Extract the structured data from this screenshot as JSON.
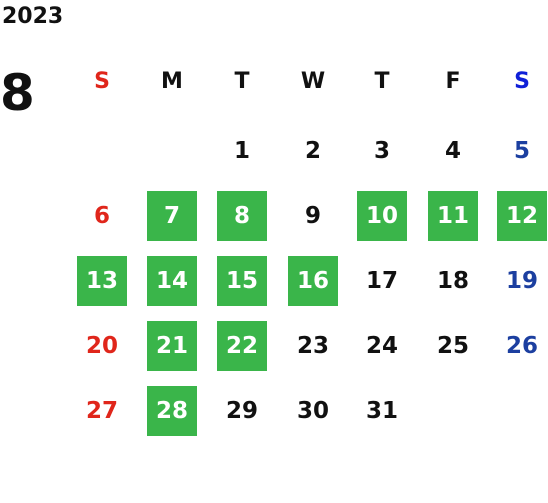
{
  "calendar": {
    "year": "2023",
    "month": "8",
    "weekdays": [
      "S",
      "M",
      "T",
      "W",
      "T",
      "F",
      "S"
    ],
    "weeks": [
      [
        "",
        "",
        "1",
        "2",
        "3",
        "4",
        "5"
      ],
      [
        "6",
        "7",
        "8",
        "9",
        "10",
        "11",
        "12"
      ],
      [
        "13",
        "14",
        "15",
        "16",
        "17",
        "18",
        "19"
      ],
      [
        "20",
        "21",
        "22",
        "23",
        "24",
        "25",
        "26"
      ],
      [
        "27",
        "28",
        "29",
        "30",
        "31",
        "",
        ""
      ]
    ],
    "highlighted_days": [
      "7",
      "8",
      "10",
      "11",
      "12",
      "13",
      "14",
      "15",
      "16",
      "21",
      "22",
      "28"
    ],
    "colors": {
      "sunday": "#e0261b",
      "saturday": "#1c3fa0",
      "highlight": "#3ab54a"
    }
  }
}
